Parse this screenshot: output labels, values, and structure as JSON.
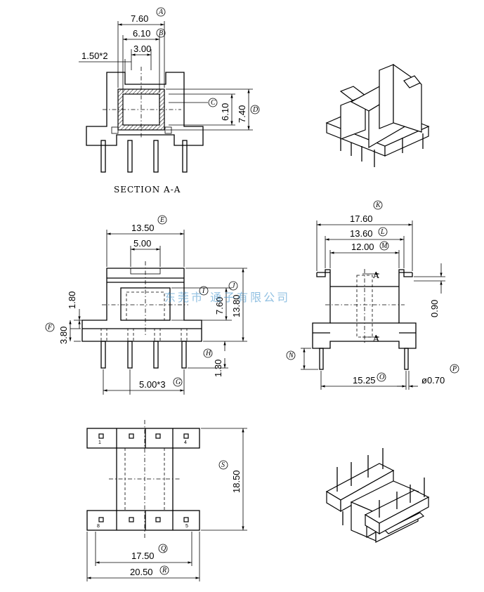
{
  "section_label": "SECTION A-A",
  "watermark": "东莞市 通子有限公司",
  "section_view": {
    "dims": {
      "d760": "7.60",
      "d610": "6.10",
      "d300": "3.00",
      "d150": "1.50*2",
      "d610v": "6.10",
      "d740": "7.40"
    },
    "tags": {
      "A": "A",
      "B": "B",
      "C": "C",
      "D": "D"
    }
  },
  "front_view": {
    "dims": {
      "d1350": "13.50",
      "d500": "5.00",
      "d180": "1.80",
      "d380": "3.80",
      "d760": "7.60",
      "d1380": "13.80",
      "d130": "1.30",
      "d500x3": "5.00*3"
    },
    "tags": {
      "E": "E",
      "F": "F",
      "G": "G",
      "H": "H",
      "I": "I",
      "J": "J"
    }
  },
  "side_view": {
    "dims": {
      "d1760": "17.60",
      "d1360": "13.60",
      "d1200": "12.00",
      "d090": "0.90",
      "d1525": "15.25",
      "d070": "ø0.70"
    },
    "section_marks": [
      "A",
      "A"
    ],
    "tags": {
      "K": "K",
      "L": "L",
      "M": "M",
      "N": "N",
      "O": "O",
      "P": "P"
    }
  },
  "bottom_view": {
    "dims": {
      "d1850": "18.50",
      "d1750": "17.50",
      "d2050": "20.50"
    },
    "pins": [
      "1",
      "4",
      "8",
      "5"
    ],
    "tags": {
      "Q": "Q",
      "R": "R",
      "S": "S"
    }
  }
}
